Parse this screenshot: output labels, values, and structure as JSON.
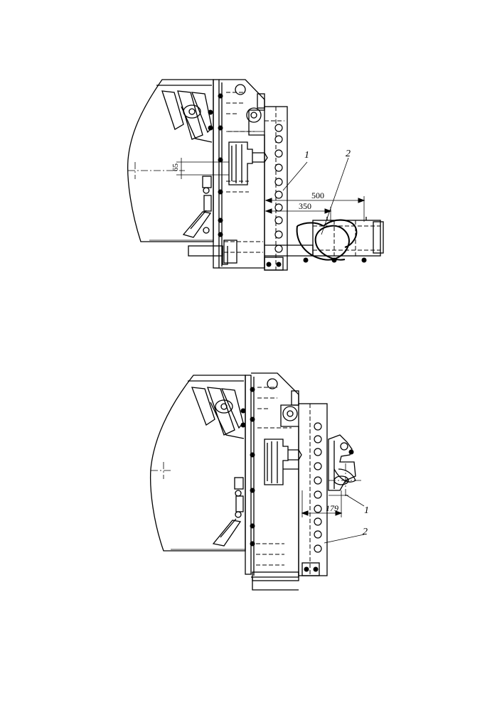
{
  "figure_top": {
    "dimensions": {
      "d65": "65",
      "d500": "500",
      "d350": "350"
    },
    "callouts": {
      "c1": "1",
      "c2": "2"
    }
  },
  "figure_bottom": {
    "dimensions": {
      "d179": "179"
    },
    "callouts": {
      "c1": "1",
      "c2": "2"
    }
  },
  "colors": {
    "line": "#000000",
    "paper": "#ffffff"
  }
}
